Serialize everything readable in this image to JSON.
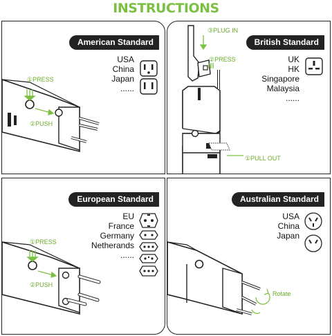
{
  "title": "INSTRUCTIONS",
  "panels": {
    "american": {
      "header": "American Standard",
      "countries": [
        "USA",
        "China",
        "Japan",
        "......"
      ],
      "step1": "①PRESS",
      "step2": "②PUSH"
    },
    "british": {
      "header": "British Standard",
      "countries": [
        "UK",
        "HK",
        "Singapore",
        "Malaysia",
        "......"
      ],
      "step3": "③PLUG IN",
      "step2": "②PRESS",
      "step1": "①PULL OUT"
    },
    "european": {
      "header": "European Standard",
      "countries": [
        "EU",
        "France",
        "Germany",
        "Netherands",
        "......"
      ],
      "step1": "①PRESS",
      "step2": "②PUSH"
    },
    "australian": {
      "header": "Australian Standard",
      "countries": [
        "USA",
        "China",
        "Japan"
      ],
      "rotate": "Rotate"
    }
  },
  "colors": {
    "accent": "#7bc043",
    "header_bg": "#232323",
    "outline": "#222222"
  }
}
